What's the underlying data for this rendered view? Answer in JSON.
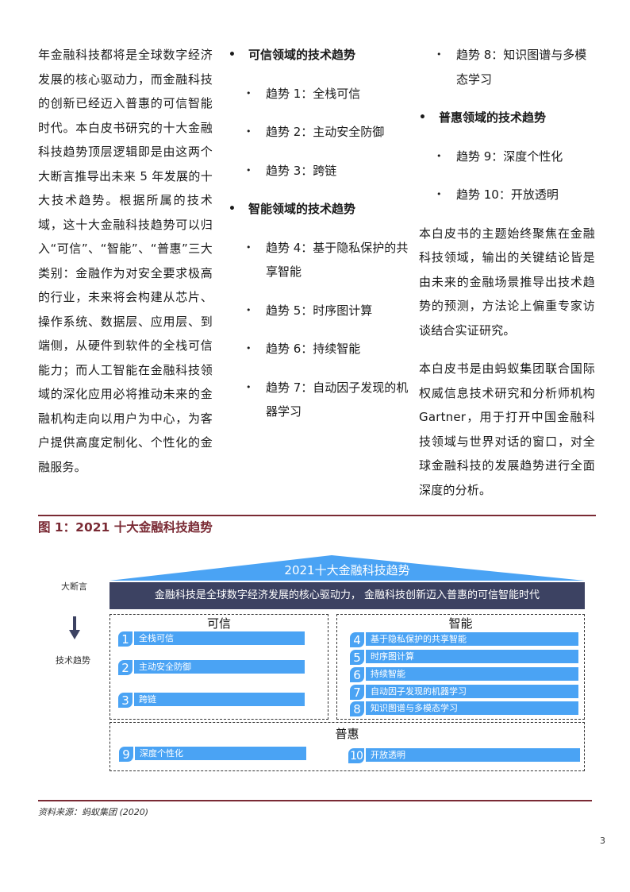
{
  "body": {
    "column1_paragraph": "年金融科技都将是全球数字经济发展的核心驱动力，而金融科技的创新已经迈入普惠的可信智能时代。本白皮书研究的十大金融科技趋势顶层逻辑即是由这两个大断言推导出未来 5 年发展的十大技术趋势。根据所属的技术域，这十大金融科技趋势可以归入“可信”、“智能”、“普惠”三大类别：金融作为对安全要求极高的行业，未来将会构建从芯片、操作系统、数据层、应用层、到端侧，从硬件到软件的全栈可信能力；而人工智能在金融科技领域的深化应用必将推动未来的金融机构走向以用户为中心，为客户提供高度定制化、个性化的金融服务。",
    "trend_groups": [
      {
        "heading": "可信领域的技术趋势",
        "items": [
          "趋势 1：全栈可信",
          "趋势 2：主动安全防御",
          "趋势 3：跨链"
        ]
      },
      {
        "heading": "智能领域的技术趋势",
        "items": [
          "趋势 4：基于隐私保护的共享智能",
          "趋势 5：时序图计算",
          "趋势 6：持续智能",
          "趋势 7：自动因子发现的机器学习",
          "趋势 8：知识图谱与多模态学习"
        ]
      },
      {
        "heading": "普惠领域的技术趋势",
        "items": [
          "趋势 9：深度个性化",
          "趋势 10：开放透明"
        ]
      }
    ],
    "column3_paragraphs": [
      "本白皮书的主题始终聚焦在金融科技领域，输出的关键结论皆是由未来的金融场景推导出技术趋势的预测，方法论上偏重专家访谈结合实证研究。",
      "本白皮书是由蚂蚁集团联合国际权威信息技术研究和分析师机构 Gartner，用于打开中国金融科技领域与世界对话的窗口，对全球金融科技的发展趋势进行全面深度的分析。"
    ]
  },
  "figure": {
    "title": "图 1：2021 十大金融科技趋势",
    "roof_label": "2021十大金融科技趋势",
    "assertion_label": "大断言",
    "assertion_text": "金融科技是全球数字经济发展的核心驱动力，  金融科技创新迈入普惠的可信智能时代",
    "trend_label": "技术趋势",
    "arrow_icon": "arrow-down-icon",
    "colors": {
      "accent_blue": "#4aa3f4",
      "banner_navy": "#3c4262",
      "rule_maroon": "#7a2a34"
    },
    "groups": {
      "trusted": {
        "title": "可信",
        "items": [
          {
            "num": "1",
            "label": "全栈可信"
          },
          {
            "num": "2",
            "label": "主动安全防御"
          },
          {
            "num": "3",
            "label": "跨链"
          }
        ]
      },
      "intelligent": {
        "title": "智能",
        "items": [
          {
            "num": "4",
            "label": "基于隐私保护的共享智能"
          },
          {
            "num": "5",
            "label": "时序图计算"
          },
          {
            "num": "6",
            "label": "持续智能"
          },
          {
            "num": "7",
            "label": "自动因子发现的机器学习"
          },
          {
            "num": "8",
            "label": "知识图谱与多模态学习"
          }
        ]
      },
      "inclusive": {
        "title": "普惠",
        "items": [
          {
            "num": "9",
            "label": "深度个性化"
          },
          {
            "num": "10",
            "label": "开放透明"
          }
        ]
      }
    },
    "source": "资料来源：蚂蚁集团 (2020)"
  },
  "page_number": "3"
}
